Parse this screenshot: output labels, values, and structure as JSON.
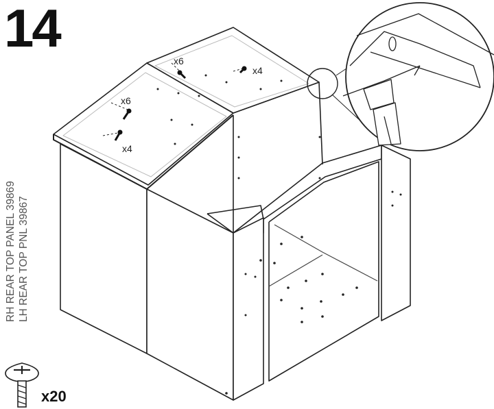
{
  "step": {
    "number": "14"
  },
  "part_labels": [
    "RH REAR TOP PANEL 39869",
    "LH REAR TOP PNL 39867"
  ],
  "hardware": {
    "icon": "screw-icon",
    "quantity": "x20"
  },
  "callouts": {
    "left_roof_upper": "x6",
    "left_roof_lower": "x4",
    "right_roof_upper": "x6",
    "right_roof_lower": "x4"
  }
}
